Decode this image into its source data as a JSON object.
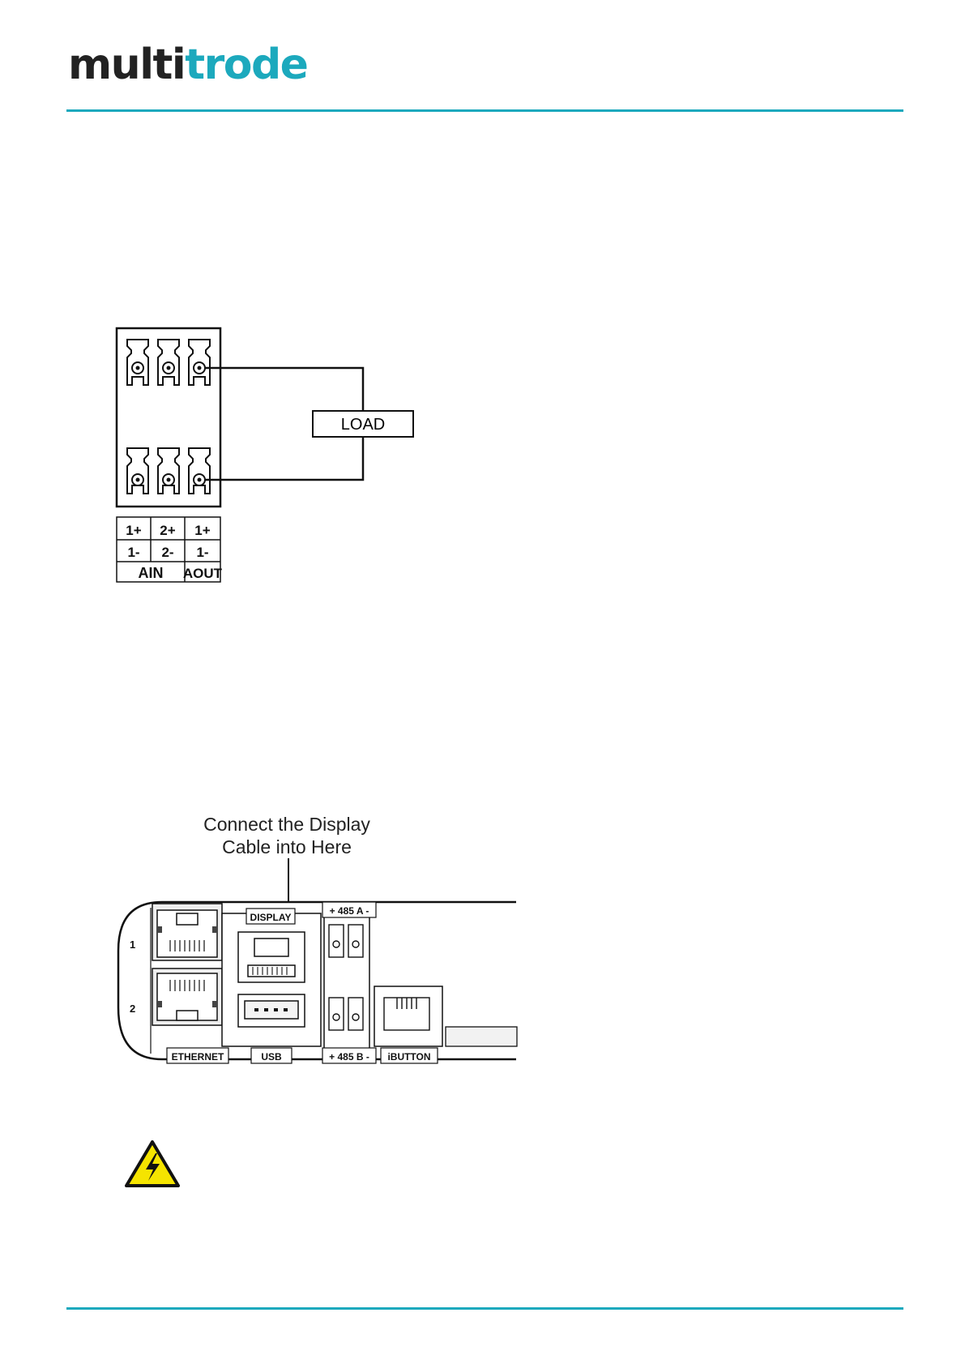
{
  "header": {
    "logo_part1": "multi",
    "logo_part2": "trode",
    "colors": {
      "accent": "#1ca9bd",
      "text": "#222222"
    }
  },
  "wiring": {
    "load_label": "LOAD",
    "terminal_top": [
      "1+",
      "2+",
      "1+"
    ],
    "terminal_bottom": [
      "1-",
      "2-",
      "1-"
    ],
    "group_ain": "AIN",
    "group_aout": "AOUT"
  },
  "panel": {
    "callout_line1": "Connect the Display",
    "callout_line2": "Cable into Here",
    "display_label": "DISPLAY",
    "usb_label": "USB",
    "ethernet_label": "ETHERNET",
    "port_1": "1",
    "port_2": "2",
    "rs485a_label": "+ 485 A -",
    "rs485b_label": "+ 485 B -",
    "ibutton_label": "iBUTTON"
  },
  "warning": {
    "icon": "high-voltage-warning-icon",
    "color": "#f5e400"
  }
}
